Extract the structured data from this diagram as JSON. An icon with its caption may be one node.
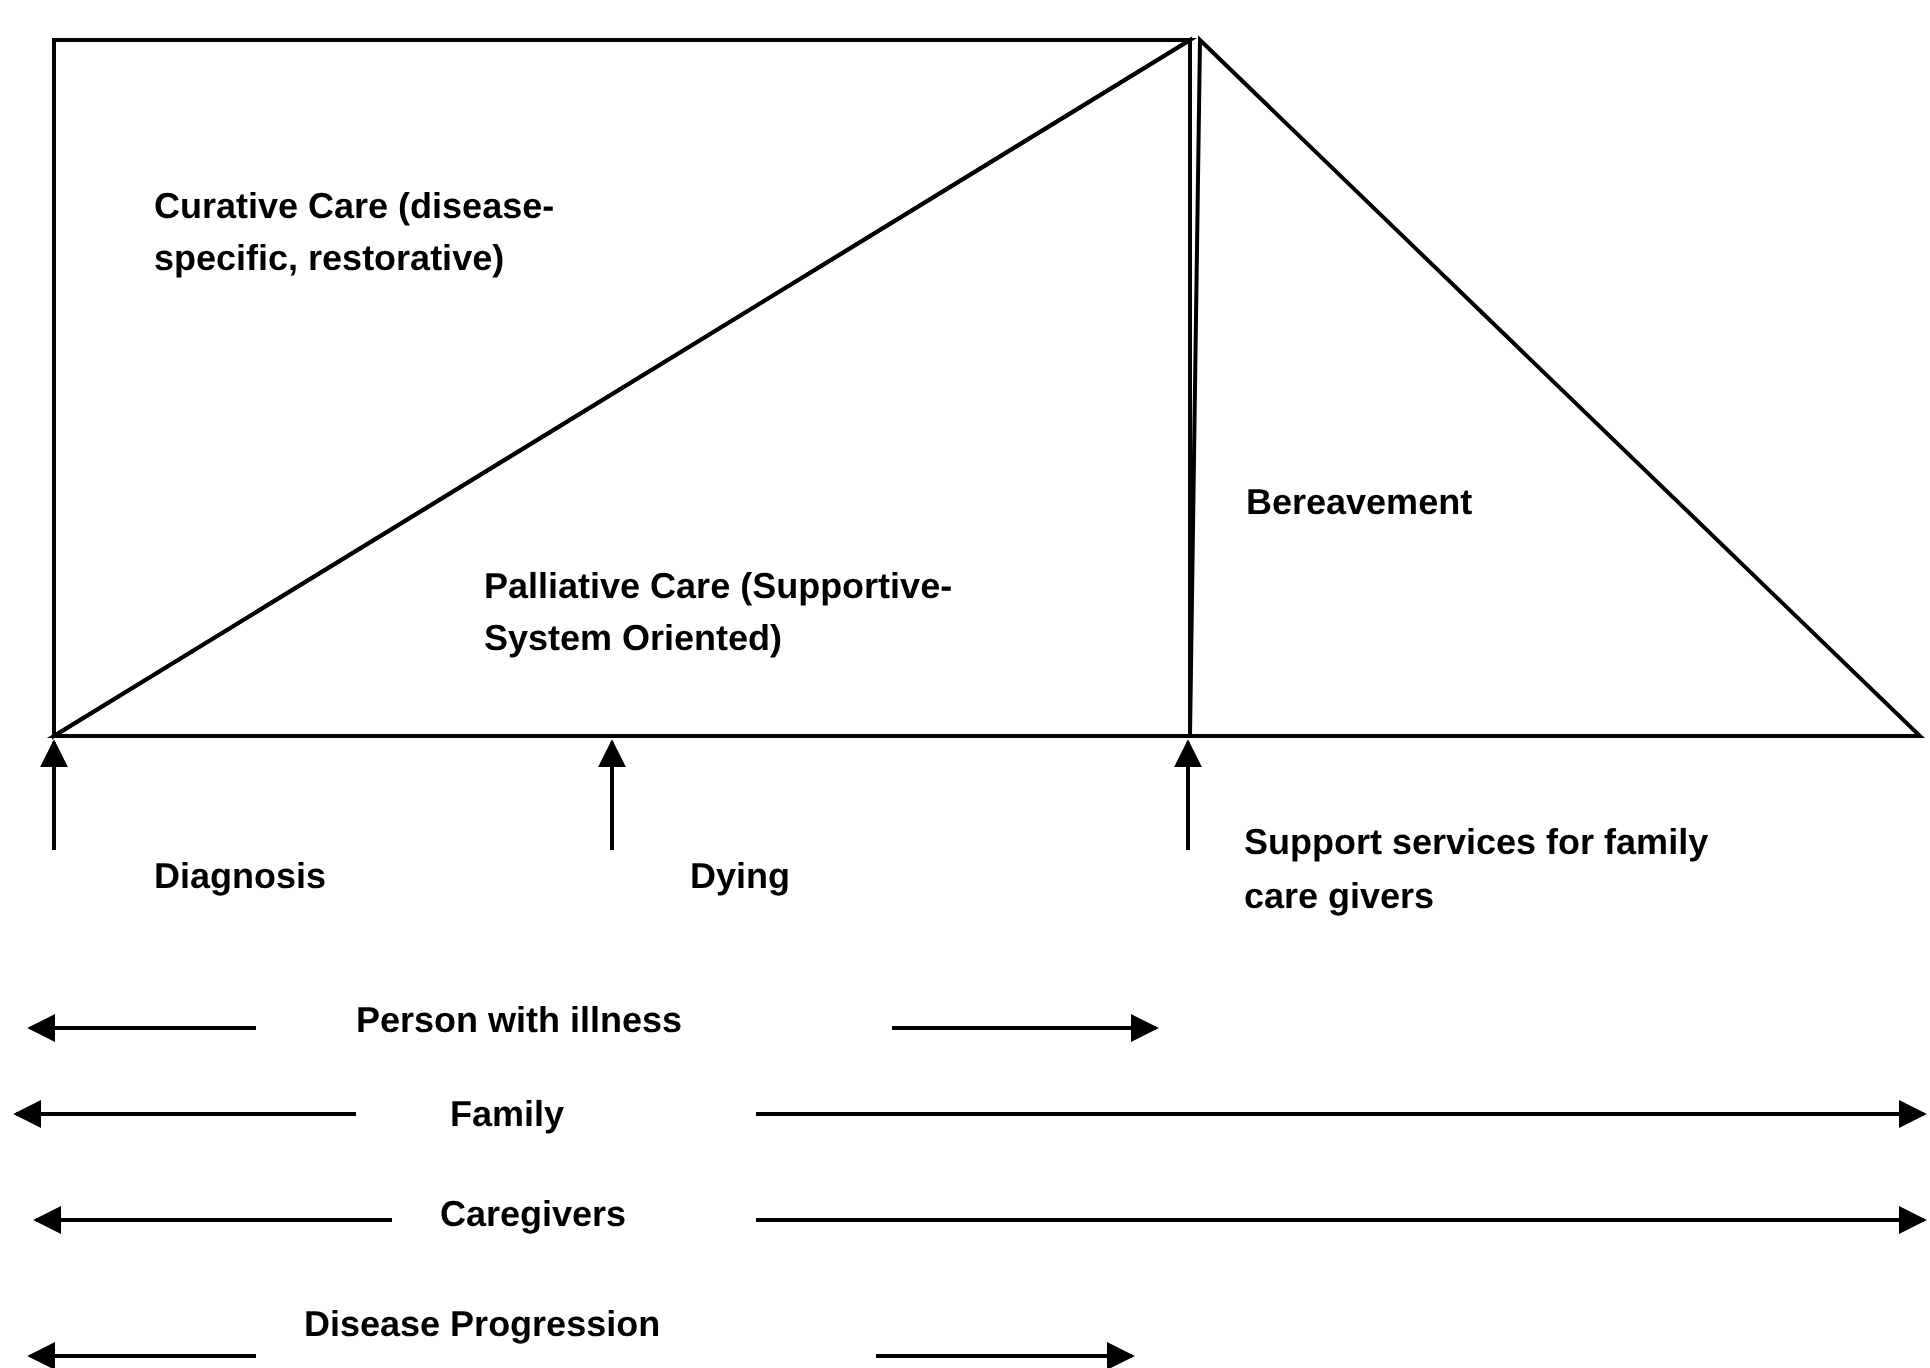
{
  "diagram": {
    "nodes": [
      {
        "text": [
          "Curative Care (disease-specific, restorative)"
        ]
      },
      {
        "text": [
          "Palliative Care (Supportive-System Oriented)"
        ]
      },
      {
        "text": [
          "Bereavement"
        ]
      }
    ],
    "edges": [],
    "labels": [
      "Diagnosis",
      "Dying",
      "Support services for family care givers",
      "Person with illness",
      "Family",
      "Caregivers",
      "Disease Progression"
    ]
  }
}
